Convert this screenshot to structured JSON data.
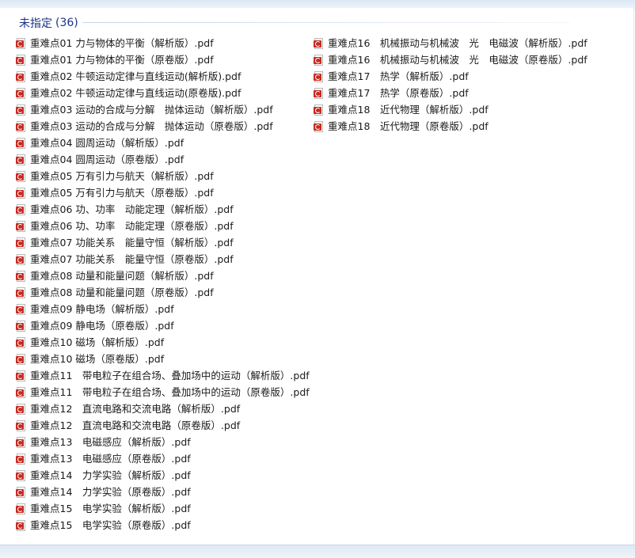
{
  "group": {
    "title": "未指定",
    "count": "(36)"
  },
  "icon": "pdf-file-icon",
  "files_left": [
    "重难点01 力与物体的平衡（解析版）.pdf",
    "重难点01 力与物体的平衡（原卷版）.pdf",
    "重难点02 牛顿运动定律与直线运动(解析版).pdf",
    "重难点02 牛顿运动定律与直线运动(原卷版).pdf",
    "重难点03 运动的合成与分解　抛体运动（解析版）.pdf",
    "重难点03 运动的合成与分解　抛体运动（原卷版）.pdf",
    "重难点04 圆周运动（解析版）.pdf",
    "重难点04 圆周运动（原卷版）.pdf",
    "重难点05 万有引力与航天（解析版）.pdf",
    "重难点05 万有引力与航天（原卷版）.pdf",
    "重难点06 功、功率　动能定理（解析版）.pdf",
    "重难点06 功、功率　动能定理（原卷版）.pdf",
    "重难点07 功能关系　能量守恒（解析版）.pdf",
    "重难点07 功能关系　能量守恒（原卷版）.pdf",
    "重难点08 动量和能量问题（解析版）.pdf",
    "重难点08 动量和能量问题（原卷版）.pdf",
    "重难点09 静电场（解析版）.pdf",
    "重难点09 静电场（原卷版）.pdf",
    "重难点10 磁场（解析版）.pdf",
    "重难点10 磁场（原卷版）.pdf",
    "重难点11　带电粒子在组合场、叠加场中的运动（解析版）.pdf",
    "重难点11　带电粒子在组合场、叠加场中的运动（原卷版）.pdf",
    "重难点12　直流电路和交流电路（解析版）.pdf",
    "重难点12　直流电路和交流电路（原卷版）.pdf",
    "重难点13　电磁感应（解析版）.pdf",
    "重难点13　电磁感应（原卷版）.pdf",
    "重难点14　力学实验（解析版）.pdf",
    "重难点14　力学实验（原卷版）.pdf",
    "重难点15　电学实验（解析版）.pdf",
    "重难点15　电学实验（原卷版）.pdf"
  ],
  "files_right": [
    "重难点16　机械振动与机械波　光　电磁波（解析版）.pdf",
    "重难点16　机械振动与机械波　光　电磁波（原卷版）.pdf",
    "重难点17　热学（解析版）.pdf",
    "重难点17　热学（原卷版）.pdf",
    "重难点18　近代物理（解析版）.pdf",
    "重难点18　近代物理（原卷版）.pdf"
  ]
}
